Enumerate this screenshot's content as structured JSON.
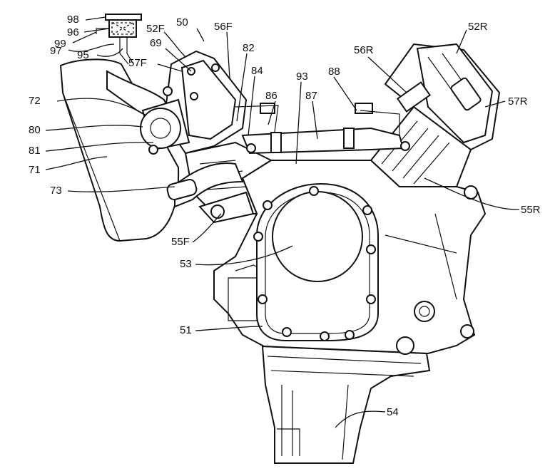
{
  "labels": {
    "l98": "98",
    "l96": "96",
    "l99": "99",
    "l97": "97",
    "l95": "95",
    "l52F": "52F",
    "l50": "50",
    "l56F": "56F",
    "l69": "69",
    "l57F": "57F",
    "l82": "82",
    "l84": "84",
    "l93": "93",
    "l88": "88",
    "l56R": "56R",
    "l52R": "52R",
    "l57R": "57R",
    "l72": "72",
    "l86": "86",
    "l87": "87",
    "l80": "80",
    "l81": "81",
    "l71": "71",
    "l73": "73",
    "l55R": "55R",
    "l55F": "55F",
    "l53": "53",
    "l51": "51",
    "l54": "54"
  }
}
